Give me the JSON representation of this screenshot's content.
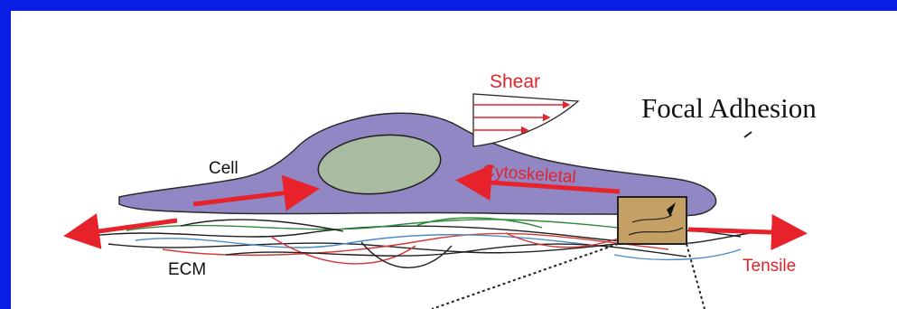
{
  "labels": {
    "shear": "Shear",
    "focal_adhesion": "Focal Adhesion",
    "cell": "Cell",
    "cytoskeletal": "Cytoskeletal",
    "ecm": "ECM",
    "tensile": "Tensile"
  },
  "colors": {
    "frame_border": "#0a1fe6",
    "cell_fill": "#9187c4",
    "nucleus_fill": "#a9bba0",
    "force_arrow": "#e8222b",
    "label_red": "#e0242b",
    "focal_box": "#c4a064",
    "ecm_black": "#222222",
    "ecm_green": "#2f8a3a",
    "ecm_blue": "#4a8cc8",
    "ecm_red": "#d63a3a"
  }
}
